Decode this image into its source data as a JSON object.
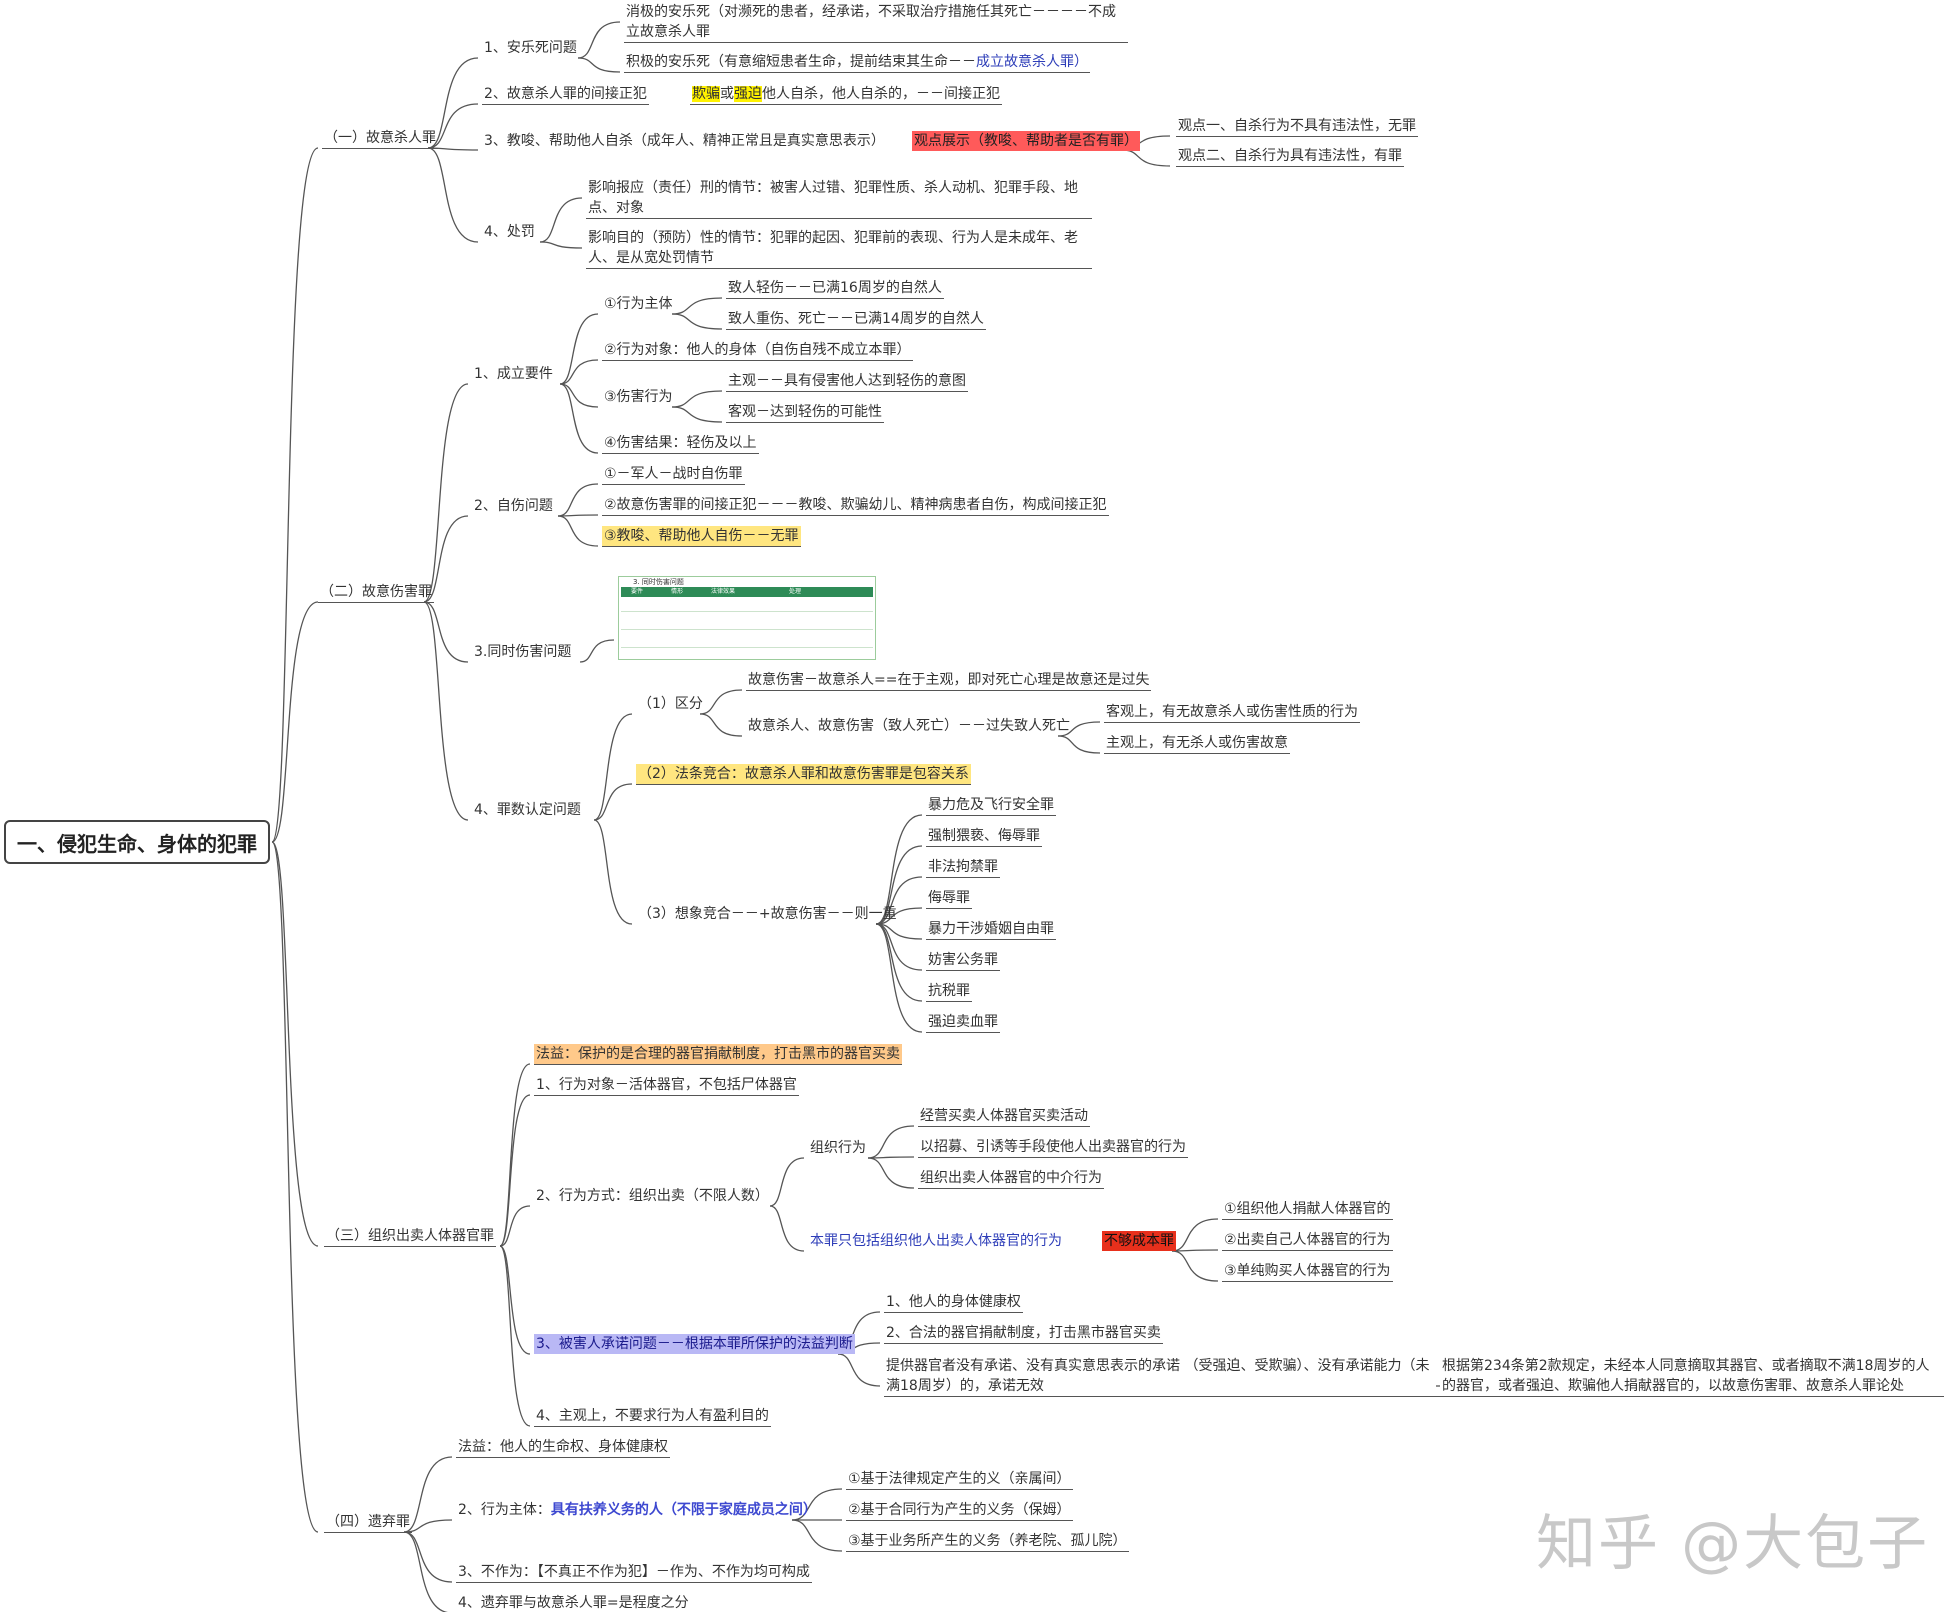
{
  "root": "一、侵犯生命、身体的犯罪",
  "s1": {
    "label": "（一）故意杀人罪",
    "a": "1、安乐死问题",
    "a1": "消极的安乐死（对濒死的患者，经承诺，不采取治疗措施任其死亡－－－－不成立故意杀人罪",
    "a2_text": "积极的安乐死（有意缩短患者生命，提前结束其生命－－",
    "a2_blue": "成立故意杀人罪）",
    "b": "2、故意杀人罪的间接正犯",
    "b1_h1": "欺骗",
    "b1_mid": "或",
    "b1_h2": "强迫",
    "b1_rest": "他人自杀，他人自杀的，－－间接正犯",
    "c": "3、教唆、帮助他人自杀（成年人、精神正常且是真实意思表示）",
    "c1": "观点展示（教唆、帮助者是否有罪）",
    "c1a": "观点一、自杀行为不具有违法性，无罪",
    "c1b": "观点二、自杀行为具有违法性，有罪",
    "d": "4、处罚",
    "d1": "影响报应（责任）刑的情节：被害人过错、犯罪性质、杀人动机、犯罪手段、地点、对象",
    "d2": "影响目的（预防）性的情节：犯罪的起因、犯罪前的表现、行为人是未成年、老人、是从宽处罚情节"
  },
  "s2": {
    "label": "（二）故意伤害罪",
    "a": "1、成立要件",
    "a1": "①行为主体",
    "a1a": "致人轻伤－－已满16周岁的自然人",
    "a1b": "致人重伤、死亡－－已满14周岁的自然人",
    "a2": "②行为对象：他人的身体（自伤自残不成立本罪）",
    "a3": "③伤害行为",
    "a3a": "主观－－具有侵害他人达到轻伤的意图",
    "a3b": "客观－达到轻伤的可能性",
    "a4": "④伤害结果：轻伤及以上",
    "b": "2、自伤问题",
    "b1": "①－军人－战时自伤罪",
    "b2": "②故意伤害罪的间接正犯－－－教唆、欺骗幼儿、精神病患者自伤，构成间接正犯",
    "b3": "③教唆、帮助他人自伤－－无罪",
    "c": "3.同时伤害问题",
    "d": "4、罪数认定问题",
    "d1": "（1）区分",
    "d1a": "故意伤害－故意杀人==在于主观，即对死亡心理是故意还是过失",
    "d1b": "故意杀人、故意伤害（致人死亡）－－过失致人死亡",
    "d1b1": "客观上，有无故意杀人或伤害性质的行为",
    "d1b2": "主观上，有无杀人或伤害故意",
    "d2": "（2）法条竞合：故意杀人罪和故意伤害罪是包容关系",
    "d3": "（3）想象竞合－－+故意伤害－－则一重",
    "d3_items": [
      "暴力危及飞行安全罪",
      "强制猥亵、侮辱罪",
      "非法拘禁罪",
      "侮辱罪",
      "暴力干涉婚姻自由罪",
      "妨害公务罪",
      "抗税罪",
      "强迫卖血罪"
    ]
  },
  "s3": {
    "label": "（三）组织出卖人体器官罪",
    "a": "法益：保护的是合理的器官捐献制度，打击黑市的器官买卖",
    "b": "1、行为对象－活体器官，不包括尸体器官",
    "c": "2、行为方式：组织出卖（不限人数）",
    "c1": "组织行为",
    "c1a": "经营买卖人体器官买卖活动",
    "c1b": "以招募、引诱等手段使他人出卖器官的行为",
    "c1c": "组织出卖人体器官的中介行为",
    "c2": "本罪只包括组织他人出卖人体器官的行为",
    "c2x": "不够成本罪",
    "c2x1": "①组织他人捐献人体器官的",
    "c2x2": "②出卖自己人体器官的行为",
    "c2x3": "③单纯购买人体器官的行为",
    "d": "3、被害人承诺问题－－根据本罪所保护的法益判断",
    "d1": "1、他人的身体健康权",
    "d2": "2、合法的器官捐献制度，打击黑市器官买卖",
    "d3": "提供器官者没有承诺、没有真实意思表示的承诺 （受强迫、受欺骗）、没有承诺能力（未满18周岁）的，承诺无效",
    "d3a": "根据第234条第2款规定，未经本人同意摘取其器官、或者摘取不满18周岁的人的器官，或者强迫、欺骗他人捐献器官的，以故意伤害罪、故意杀人罪论处",
    "e": "4、主观上，不要求行为人有盈利目的"
  },
  "s4": {
    "label": "（四）遗弃罪",
    "a": "法益：他人的生命权、身体健康权",
    "b_text": "2、行为主体：",
    "b_blue": "具有扶养义务的人（不限于家庭成员之间）",
    "b1": "①基于法律规定产生的义（亲属间）",
    "b2": "②基于合同行为产生的义务（保姆）",
    "b3": "③基于业务所产生的义务（养老院、孤儿院）",
    "c": "3、不作为：【不真正不作为犯】－作为、不作为均可构成",
    "d": "4、遗弃罪与故意杀人罪=是程度之分"
  },
  "thumbnail": {
    "title": "3. 同时伤害问题",
    "headers": [
      "要件",
      "情形",
      "法律效果",
      "处理"
    ]
  },
  "watermark": "知乎 @大包子",
  "colors": {
    "line": "#555555",
    "yellow": "#ffe680",
    "red": "#ff5a5a",
    "orange": "#ffc98a",
    "purple": "#b9b8f5",
    "blue": "#2d3db8"
  }
}
